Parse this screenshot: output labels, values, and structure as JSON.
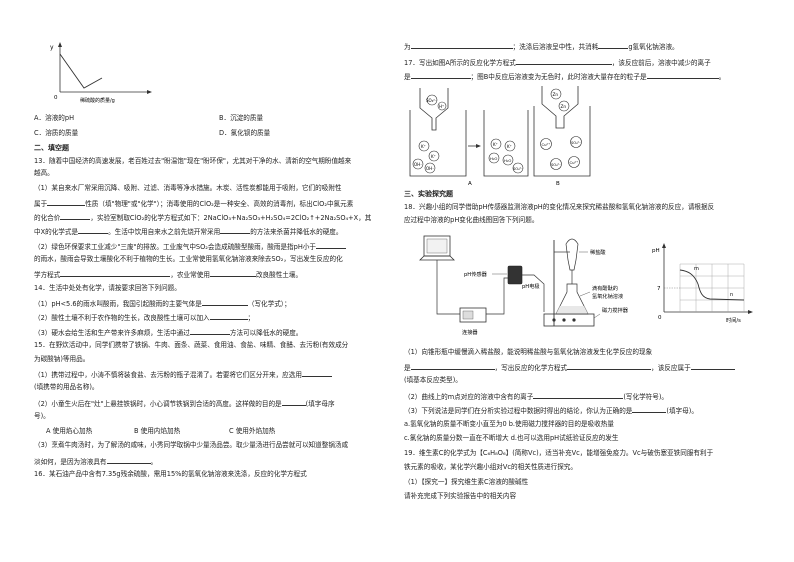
{
  "left": {
    "graph": {
      "ylabel": "y",
      "origin": "0",
      "xlabel": "稀硫酸的质量/g"
    },
    "opt_a": "A．溶液的pH",
    "opt_b": "B．沉淀的质量",
    "opt_c": "C．溶质的质量",
    "opt_d": "D．氯化钡的质量",
    "sec2": "二、填空题",
    "q13_1": "13．随着中国经济的高速发展，老百姓过去\"盼温饱\"现在\"盼环保\"，尤其对干净的水、清新的空气期盼值越来",
    "q13_2": "越高。",
    "q13_3a": "（1）某自来水厂常采用沉降、吸附、过滤、消毒等净水措施。木炭、活性炭都能用于吸附，它们的吸附性",
    "q13_4a": "属于",
    "q13_4b": "性质（填\"物理\"或\"化学\"）；消毒使用的ClO₂是一种安全、高效的消毒剂，标出ClO₂中氯元素",
    "q13_5a": "的化合价",
    "q13_5b": "，实验室制取ClO₂的化学方程式如下：2NaClO₃+Na₂SO₃+H₂SO₄=2ClO₂↑+2Na₂SO₄+X，其",
    "q13_6a": "中X的化学式是",
    "q13_6b": "。生活中饮用自来水之前先烧开常采用",
    "q13_6c": "的方法来杀菌并降低水的硬度。",
    "q13_7a": "（2）绿色环保要求工业减少\"三废\"的排放。工业废气中SO₂会造成硫酸型酸雨，酸雨是指pH小于",
    "q13_8a": "的雨水，酸雨会导致土壤酸化不利于植物的生长。工业常使用氢氧化钠溶液来除去SO₂，写出发生反应的化",
    "q13_9a": "学方程式",
    "q13_9b": "，农业常使用",
    "q13_9c": "改良酸性土壤。",
    "q14_1": "14．生活中处处有化学，请按要求回答下列问题。",
    "q14_2a": "（1）pH<5.6的雨水叫酸雨，我国引起酸雨的主要气体是",
    "q14_2b": "（写化学式）；",
    "q14_3a": "（2）酸性土壤不利于农作物的生长，改良酸性土壤可以加入",
    "q14_3b": "；",
    "q14_4a": "（3）硬水会给生活和生产带来许多麻烦，生活中通过",
    "q14_4b": "方法可以降低水的硬度。",
    "q15_1": "15．在野炊活动中，同学们携带了铁锅、牛肉、面条、蔬菜、食用油、食盐、味精、食醋、去污粉(有效成分",
    "q15_2": "为碳酸钠)等用品。",
    "q15_3a": "（1）携带过程中，小涛不慎将装食盐、去污粉的瓶子混淆了。若要将它们区分开来，应选用",
    "q15_4": "(填携带的用品名称)。",
    "q15_5a": "（2）小童生火后在\"灶\"上悬挂铁锅时，小心调节铁锅到合适的高度。这样做的目的是",
    "q15_5b": "(填字母序",
    "q15_6": "号)。",
    "q15_opt_a": "A  使用焰心加热",
    "q15_opt_b": "B  使用内焰加热",
    "q15_opt_c": "C  使用外焰加热",
    "q15_8a": "（3）烹煮牛肉汤时，为了解汤的咸味，小秀同学取锅中少量汤品尝。取少量汤进行品尝就可以知道整锅汤咸",
    "q15_9a": "淡如何，是因为溶液具有",
    "q15_9b": "。",
    "q16_1": "16．某石油产品中含有7.35g残余硫酸，需用15%的氢氧化钠溶液来洗涤，反应的化学方程式"
  },
  "right": {
    "r1a": "为",
    "r1b": "；洗涤后溶液呈中性，共消耗",
    "r1c": "g氢氧化钠溶液。",
    "q17_1a": "17．写出如图A所示的反应化学方程式",
    "q17_1b": "，该反应前后，溶液中减少的离子",
    "q17_2a": "是",
    "q17_2b": "；图B中反应后溶液变为无色时，此时溶液大量存在的粒子是",
    "q17_2c": "。",
    "figA": {
      "label": "A",
      "ion1": "SO₄²⁻",
      "ion2": "H⁺",
      "ion3": "K⁺",
      "ion4": "OH⁻",
      "ion5": "H₂O",
      "ion6": "SO₄²⁻"
    },
    "figB": {
      "label": "B",
      "zn": "Zn",
      "cu": "Cu²⁺",
      "so4": "SO₄²⁻"
    },
    "sec3": "三、实验探究题",
    "q18_1": "18．兴趣小组的同学借助pH传感器监测溶液pH的变化情况来探究稀盐酸和氢氧化钠溶液的反应，请根据反",
    "q18_2": "应过程中溶液的pH变化曲线图回答下列问题。",
    "apparatus": {
      "sensor": "pH传感器",
      "acid": "稀盐酸",
      "electrode": "pH电极",
      "solution1": "滴有酚酞的",
      "solution2": "氢氧化钠溶液",
      "stirrer": "磁力搅拌器",
      "connector": "连接器"
    },
    "phgraph": {
      "ylabel": "pH",
      "seven": "7",
      "zero": "0",
      "xlabel": "时间/s",
      "m": "m",
      "n": "n"
    },
    "q18_3": "（1）向锥形瓶中缓慢滴入稀盐酸，能说明稀盐酸与氢氧化钠溶液发生化学反应的现象",
    "q18_4a": "是",
    "q18_4b": "，写出反应的化学方程式",
    "q18_4c": "，该反应属于",
    "q18_5": "(填基本反应类型)。",
    "q18_6a": "（2）曲线上的m点对应的溶液中含有的离子",
    "q18_6b": "(写化学符号)。",
    "q18_7a": "（3）下列说法是同学们在分析实验过程中数据时得出的结论，你认为正确的是",
    "q18_7b": "(填字母)。",
    "q18_8": "a.氢氧化钠的质量不断变小直至为0    b.使用磁力搅拌器的目的是吸收热量",
    "q18_9": "c.氯化钠的质量分数一直在不断增大 d.也可以选用pH试纸验证反应的发生",
    "q19_1": "19．维生素C的化学式为【C₆H₈O₆】(简称Vc)，适当补充Vc，能增强免疫力。Vc与破伤塞亚铁同服有利于",
    "q19_2": "铁元素的吸收，某化学兴趣小组对Vc的相关性质进行探究。",
    "q19_3": "（1）【探究一】探究维生素C溶液的酸碱性",
    "q19_4": "请补充完成下列实验报告中的相关内容"
  }
}
